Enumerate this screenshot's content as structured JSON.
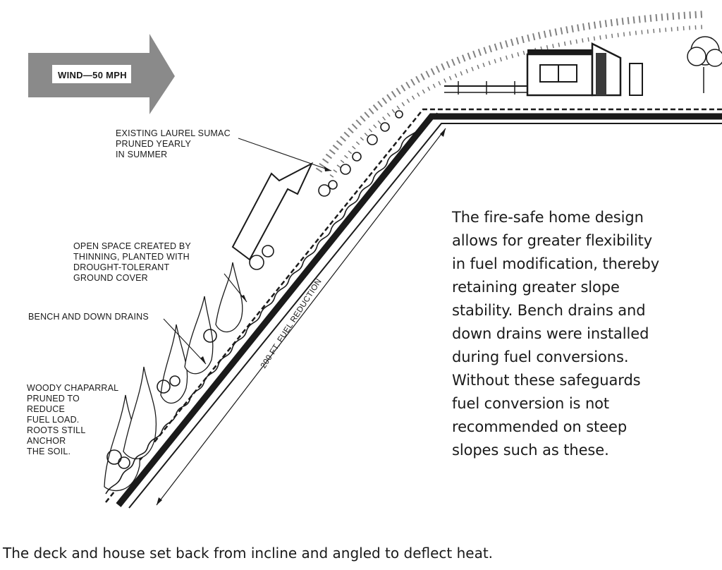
{
  "wind": {
    "label": "WIND—50 MPH"
  },
  "labels": {
    "laurel_sumac": [
      "EXISTING LAUREL SUMAC",
      "PRUNED YEARLY",
      "IN SUMMER"
    ],
    "open_space": [
      "OPEN SPACE CREATED BY",
      "THINNING, PLANTED WITH",
      "DROUGHT-TOLERANT",
      "GROUND COVER"
    ],
    "drains": [
      "BENCH AND DOWN DRAINS"
    ],
    "chaparral": [
      "WOODY CHAPARRAL",
      "PRUNED TO",
      "REDUCE",
      "FUEL LOAD.",
      "ROOTS STILL",
      "ANCHOR",
      "THE SOIL."
    ]
  },
  "fuel_reduction": "200 FT. FUEL REDUCTION",
  "callout_lines": [
    "The fire-safe home design",
    "allows for greater flexibility",
    "in fuel modification, thereby",
    "retaining greater slope",
    "stability. Bench drains and",
    "down drains were installed",
    "during fuel conversions.",
    "Without these safeguards",
    "fuel conversion is not",
    "recommended on steep",
    "slopes such as these."
  ],
  "caption": "The deck and house set back from incline and angled to deflect heat.",
  "colors": {
    "ink": "#1a1a1a",
    "wind_arrow": "#8a8a8a",
    "background": "#ffffff"
  }
}
